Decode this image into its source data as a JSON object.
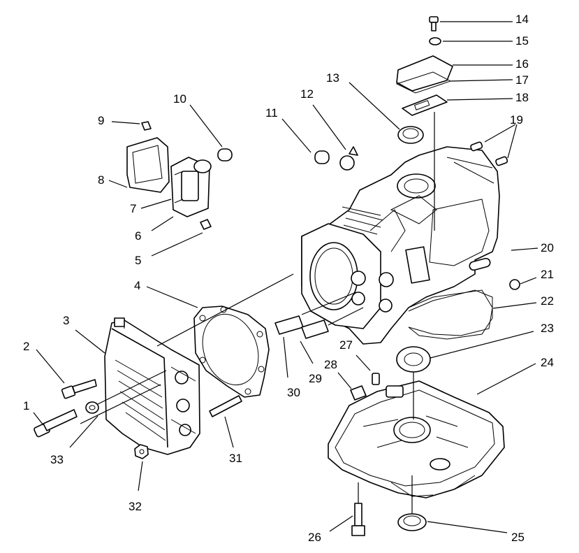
{
  "labels": {
    "l1": "1",
    "l2": "2",
    "l3": "3",
    "l4": "4",
    "l5": "5",
    "l6": "6",
    "l7": "7",
    "l8": "8",
    "l9": "9",
    "l10": "10",
    "l11": "11",
    "l12": "12",
    "l13": "13",
    "l14": "14",
    "l15": "15",
    "l16": "16",
    "l17": "17",
    "l18": "18",
    "l19": "19",
    "l20": "20",
    "l21": "21",
    "l22": "22",
    "l23": "23",
    "l24": "24",
    "l25": "25",
    "l26": "26",
    "l27": "27",
    "l28": "28",
    "l29": "29",
    "l30": "30",
    "l31": "31",
    "l32": "32",
    "l33": "33"
  }
}
